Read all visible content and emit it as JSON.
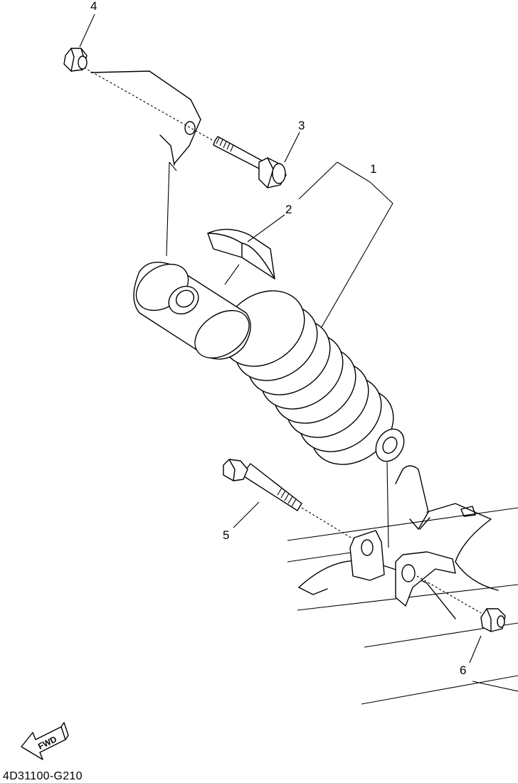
{
  "callouts": [
    "1",
    "2",
    "3",
    "4",
    "5",
    "6"
  ],
  "fwd_label": "FWD",
  "diagram_code": "4D31100-G210",
  "icons": {
    "direction": "fwd-arrow-icon"
  }
}
